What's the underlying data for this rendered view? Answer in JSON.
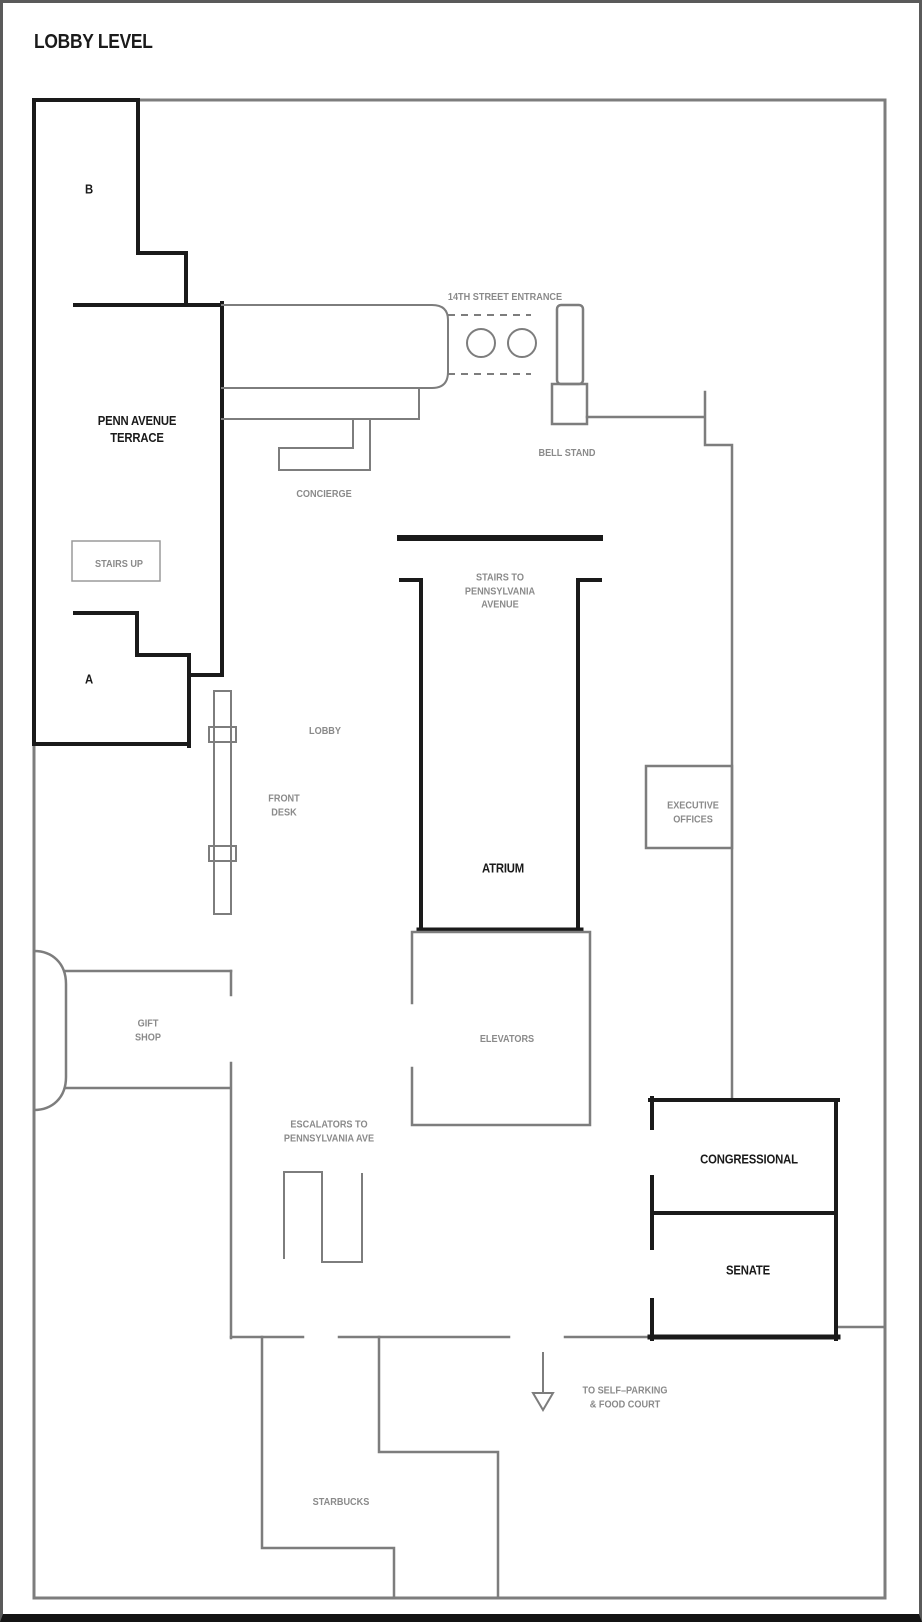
{
  "title": "LOBBY LEVEL",
  "colors": {
    "wall_gray": "#7d7d7d",
    "wall_black": "#1a1a1a",
    "label_gray": "#8a8a8a",
    "label_black": "#1a1a1a",
    "bg": "#ffffff"
  },
  "labels": {
    "zone_b": "B",
    "zone_a": "A",
    "penn_terrace": "PENN AVENUE\nTERRACE",
    "entrance_14th": "14TH STREET ENTRANCE",
    "bell_stand": "BELL STAND",
    "concierge": "CONCIERGE",
    "stairs_up": "STAIRS UP",
    "stairs_penn": "STAIRS TO\nPENNSYLVANIA\nAVENUE",
    "lobby": "LOBBY",
    "front_desk": "FRONT\nDESK",
    "atrium": "ATRIUM",
    "executive_offices": "EXECUTIVE\nOFFICES",
    "gift_shop": "GIFT\nSHOP",
    "elevators": "ELEVATORS",
    "escalators": "ESCALATORS TO\nPENNSYLVANIA AVE",
    "congressional": "CONGRESSIONAL",
    "senate": "SENATE",
    "self_parking": "TO SELF–PARKING\n& FOOD COURT",
    "starbucks": "STARBUCKS"
  }
}
